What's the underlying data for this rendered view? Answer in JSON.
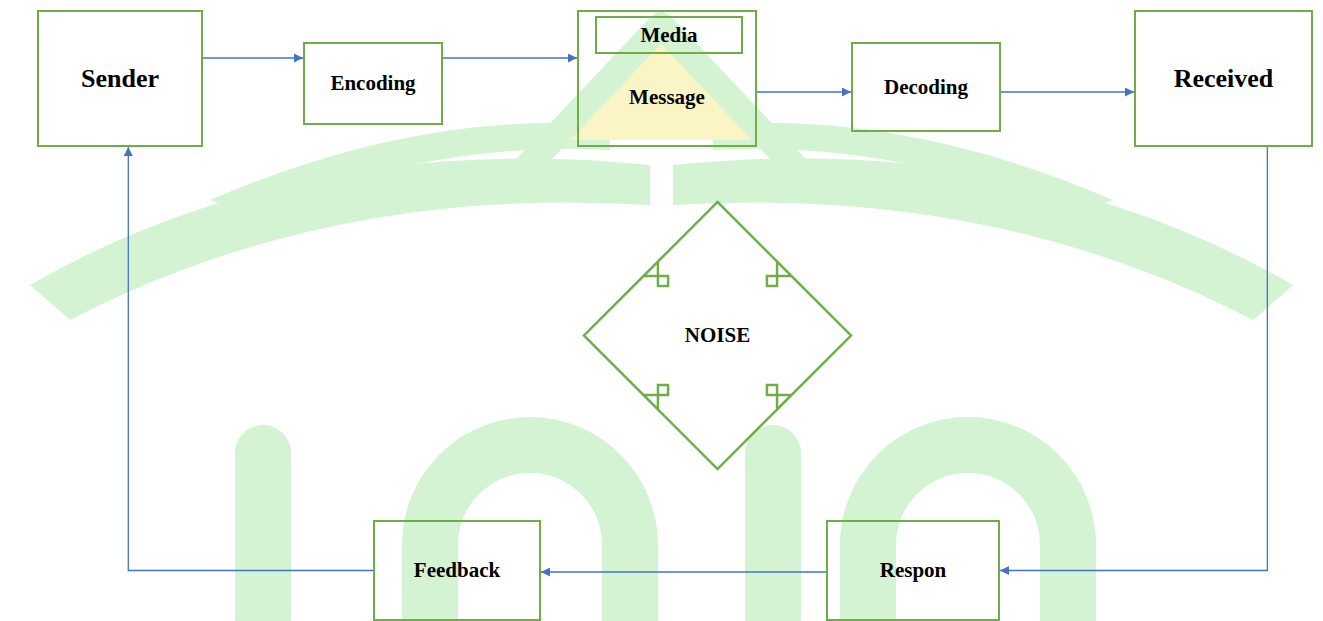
{
  "diagram": {
    "nodes": [
      {
        "text": [
          "Sender"
        ]
      },
      {
        "text": [
          "Encoding"
        ]
      },
      {
        "text": [
          "Message"
        ]
      },
      {
        "text": [
          "Media"
        ],
        "in": 2
      },
      {
        "text": [
          "Decoding"
        ]
      },
      {
        "text": [
          "Received"
        ]
      },
      {
        "text": [
          "NOISE"
        ]
      },
      {
        "text": [
          "Feedback"
        ]
      },
      {
        "text": [
          "Respon"
        ]
      }
    ],
    "edges": [
      {
        "from": 0,
        "to": 1,
        "arrow": "to"
      },
      {
        "from": 1,
        "to": 2,
        "arrow": "to"
      },
      {
        "from": 2,
        "to": 4,
        "arrow": "to"
      },
      {
        "from": 4,
        "to": 5,
        "arrow": "to"
      },
      {
        "from": 5,
        "to": 8,
        "arrow": "to"
      },
      {
        "from": 8,
        "to": 7,
        "arrow": "to"
      },
      {
        "from": 7,
        "to": 0,
        "arrow": "to"
      }
    ]
  }
}
